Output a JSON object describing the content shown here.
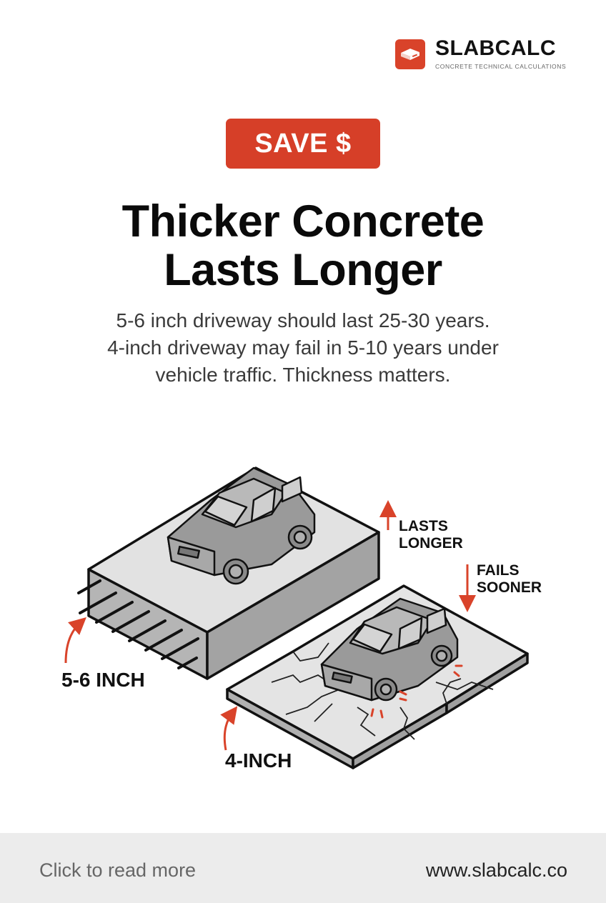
{
  "brand": {
    "name": "SLABCALC",
    "tagline": "CONCRETE TECHNICAL CALCULATIONS",
    "logo_icon": "concrete-slab-icon",
    "accent_color": "#d9432a"
  },
  "badge": {
    "label": "SAVE $",
    "color": "#d63f28"
  },
  "headline": {
    "line1": "Thicker Concrete",
    "line2": "Lasts Longer"
  },
  "description": {
    "line1": "5-6 inch driveway should last 25-30 years.",
    "line2": "4-inch driveway may fail in 5-10 years under",
    "line3": "vehicle traffic. Thickness matters."
  },
  "illustration": {
    "thick_slab_label": "5-6 INCH",
    "thin_slab_label": "4-INCH",
    "up_arrow_label_line1": "LASTS",
    "up_arrow_label_line2": "LONGER",
    "down_arrow_label_line1": "FAILS",
    "down_arrow_label_line2": "SOONER",
    "arrow_color": "#d9432a"
  },
  "footer": {
    "cta": "Click to read more",
    "url": "www.slabcalc.co"
  }
}
